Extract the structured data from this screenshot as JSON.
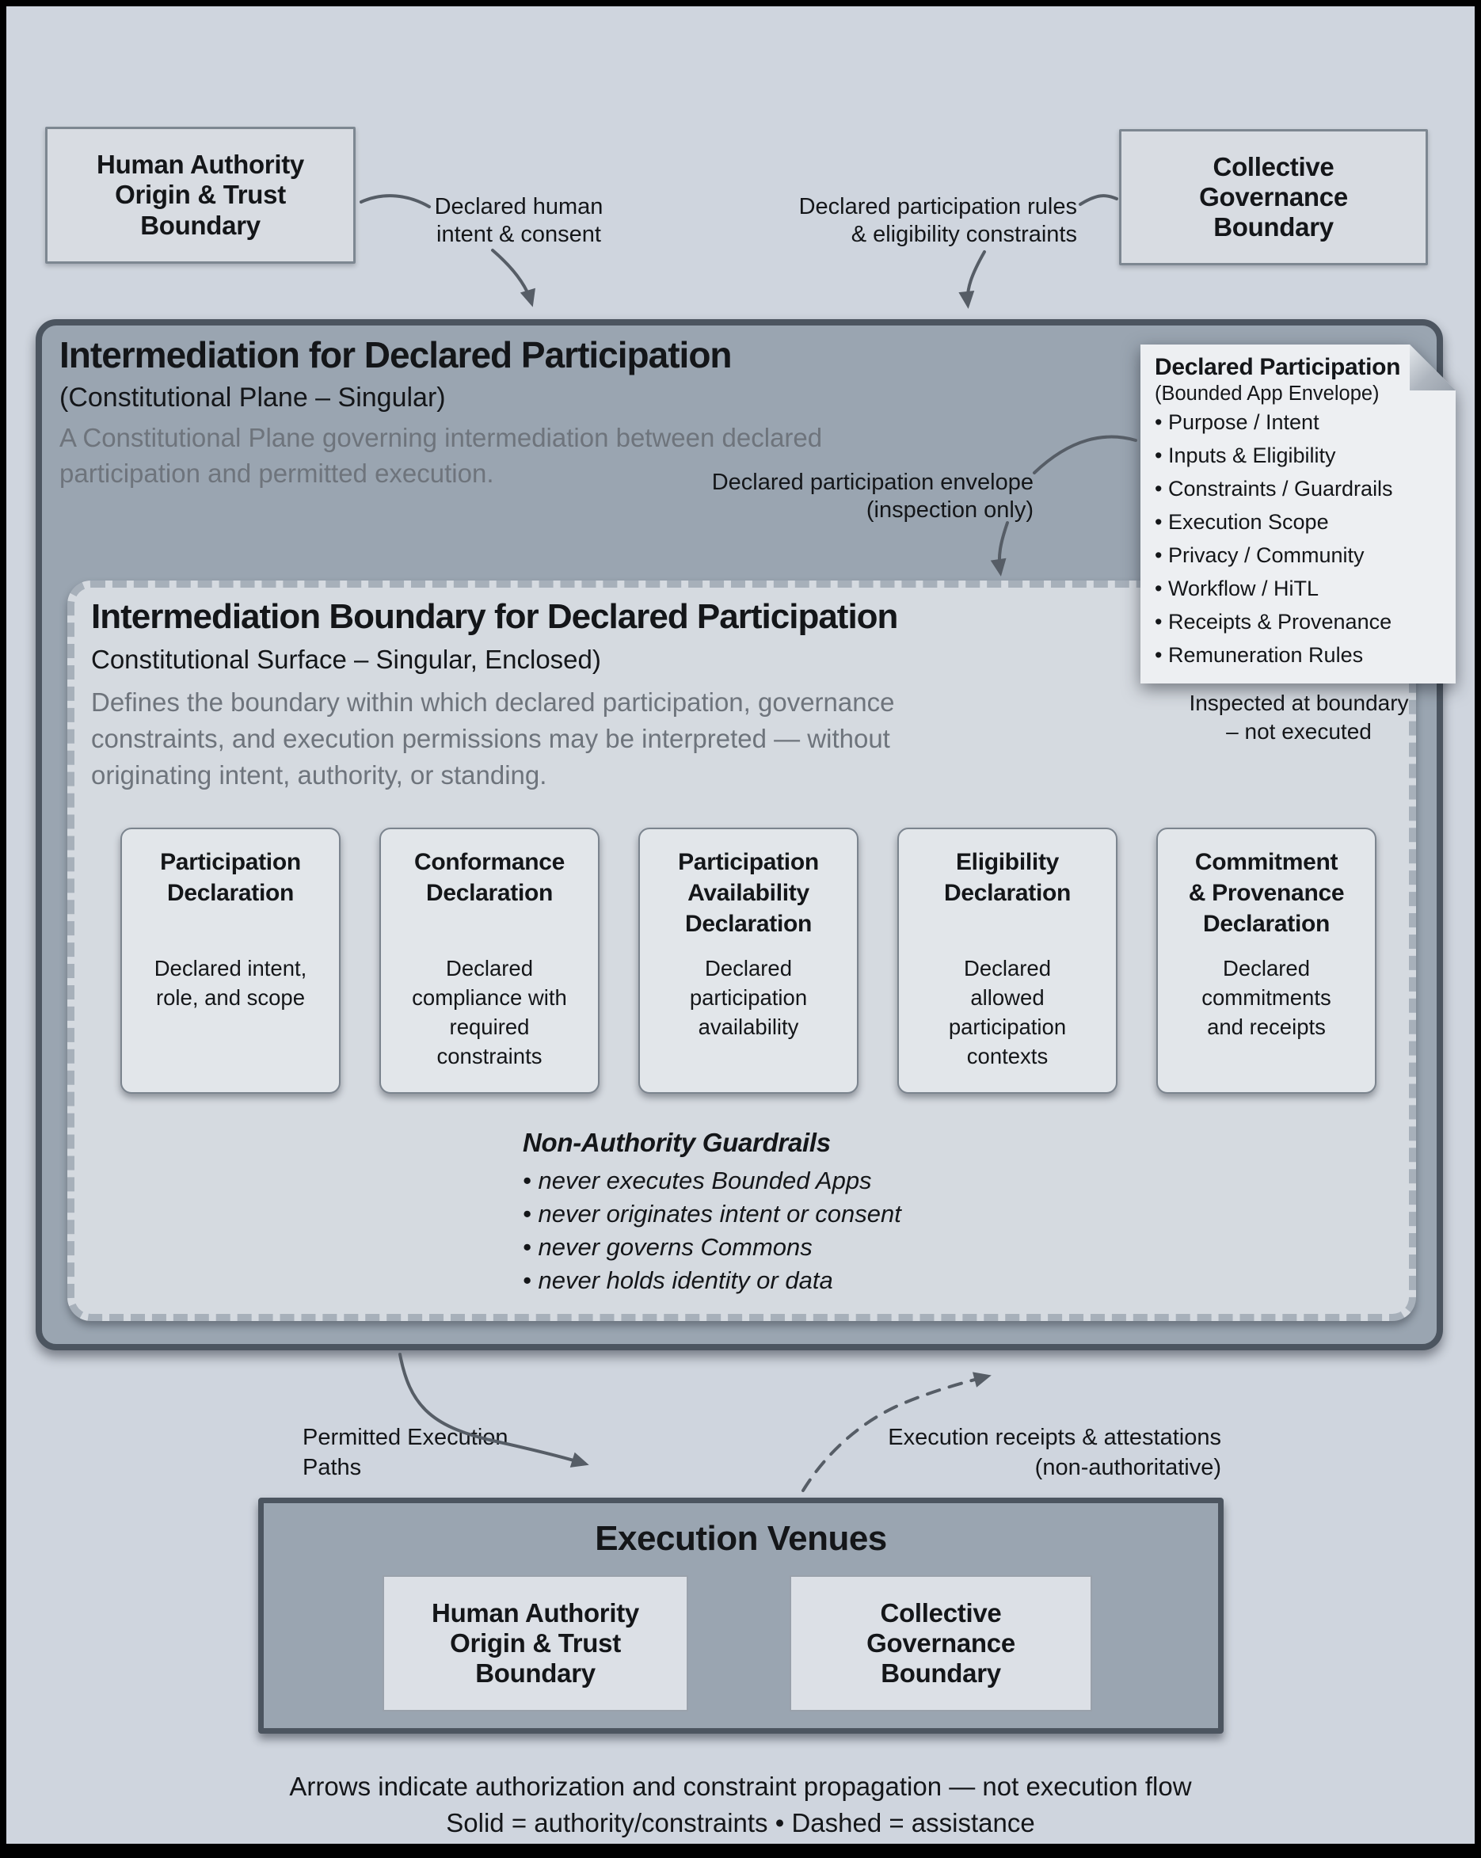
{
  "palette": {
    "page_bg": "#cfd5de",
    "frame": "#010101",
    "plane_fill": "#9aa5b1",
    "plane_border": "#4c5560",
    "boundary_fill": "#d5dae0",
    "boundary_border": "#a7b0ba",
    "card_fill": "#e2e6ea",
    "card_border": "#7b848e",
    "note_fill": "#edeff2",
    "top_box_fill": "#d8dce2",
    "top_box_border": "#7d8791",
    "venue_fill": "#dce0e6",
    "venue_border": "#99a1ab",
    "arrow": "#565d66",
    "text": "#141619",
    "muted": "#6e747c"
  },
  "top": {
    "human_box": "Human Authority\nOrigin & Trust\nBoundary",
    "governance_box": "Collective\nGovernance\nBoundary",
    "left_arrow_label": "Declared human\nintent & consent",
    "right_arrow_label": "Declared participation rules\n& eligibility constraints"
  },
  "plane": {
    "title": "Intermediation for Declared Participation",
    "subtitle": "(Constitutional Plane – Singular)",
    "description": "A Constitutional Plane governing intermediation between declared participation and permitted execution.",
    "envelope_arrow_label": "Declared participation envelope\n(inspection only)"
  },
  "note": {
    "title": "Declared Participation",
    "subtitle": "(Bounded App Envelope)",
    "bullets": [
      "• Purpose / Intent",
      "• Inputs & Eligibility",
      "• Constraints / Guardrails",
      "• Execution Scope",
      "• Privacy / Community",
      "• Workflow / HiTL",
      "• Receipts & Provenance",
      "• Remuneration Rules"
    ],
    "caption": "Inspected at boundary\n– not executed"
  },
  "boundary": {
    "title": "Intermediation Boundary for Declared Participation",
    "subtitle": "Constitutional Surface – Singular, Enclosed)",
    "description": "Defines the boundary within which declared participation, governance constraints, and execution permissions may be interpreted — without originating intent, authority, or standing.",
    "cards": [
      {
        "title": "Participation\nDeclaration",
        "body": "Declared intent,\nrole, and scope"
      },
      {
        "title": "Conformance\nDeclaration",
        "body": "Declared\ncompliance with\nrequired\nconstraints"
      },
      {
        "title": "Participation\nAvailability\nDeclaration",
        "body": "Declared\nparticipation\navailability"
      },
      {
        "title": "Eligibility\nDeclaration",
        "body": "Declared\nallowed\nparticipation\ncontexts"
      },
      {
        "title": "Commitment\n& Provenance\nDeclaration",
        "body": "Declared\ncommitments\nand receipts"
      }
    ],
    "guardrails": {
      "title": "Non-Authority Guardrails",
      "bullets": [
        "• never executes Bounded Apps",
        "• never originates intent or consent",
        "• never governs Commons",
        "• never holds identity or data"
      ]
    }
  },
  "flows": {
    "permitted_label": "Permitted Execution\nPaths",
    "receipts_label": "Execution receipts & attestations\n(non-authoritative)"
  },
  "venues": {
    "title": "Execution Venues",
    "human_box": "Human Authority\nOrigin & Trust\nBoundary",
    "governance_box": "Collective\nGovernance\nBoundary"
  },
  "footer": {
    "line1": "Arrows indicate authorization and constraint propagation — not execution flow",
    "line2": "Solid = authority/constraints • Dashed = assistance"
  }
}
